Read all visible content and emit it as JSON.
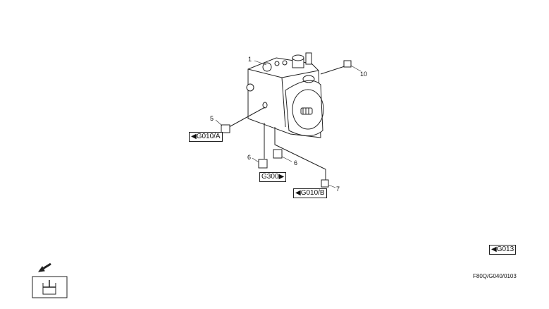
{
  "diagram": {
    "callouts": {
      "c1": "1",
      "c10": "10",
      "c5": "5",
      "c6a": "6",
      "c6b": "6",
      "c7": "7"
    },
    "references": {
      "g010a": "◀G010/A",
      "g300": "G300▶",
      "g010b": "◀G010/B",
      "g013": "◀G013"
    },
    "drawing_code": "F80Q/G040/0103",
    "icons": [
      "pump-assembly-drawing",
      "fitting-icon",
      "arrow-icon",
      "hydraulic-cylinder-icon"
    ]
  }
}
